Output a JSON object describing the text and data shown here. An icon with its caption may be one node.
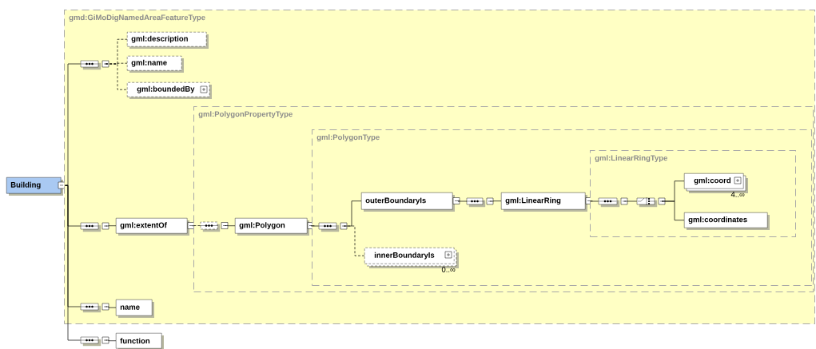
{
  "diagram": {
    "nodes": [
      {
        "text": [
          "Building"
        ]
      },
      {
        "text": [
          "gmd:GiMoDigNamedAreaFeatureType"
        ]
      },
      {
        "text": [],
        "shape": "octagon",
        "in": 1
      },
      {
        "text": [
          "gml:description"
        ],
        "in": 1
      },
      {
        "text": [
          "gml:name"
        ],
        "in": 1
      },
      {
        "text": [
          "gml:boundedBy"
        ],
        "in": 1
      },
      {
        "text": [],
        "shape": "octagon",
        "in": 1
      },
      {
        "text": [
          "gml:extentOf"
        ],
        "in": 1
      },
      {
        "text": [
          "gml:PolygonPropertyType"
        ],
        "in": 1
      },
      {
        "text": [],
        "shape": "octagon",
        "in": 8
      },
      {
        "text": [
          "gml:Polygon"
        ],
        "in": 8
      },
      {
        "text": [
          "gml:PolygonType"
        ],
        "in": 8
      },
      {
        "text": [],
        "shape": "octagon",
        "in": 11
      },
      {
        "text": [
          "outerBoundaryIs"
        ],
        "in": 11
      },
      {
        "text": [
          "innerBoundaryIs"
        ],
        "beside": [
          "0..∞"
        ],
        "in": 11
      },
      {
        "text": [],
        "shape": "octagon",
        "in": 11
      },
      {
        "text": [
          "gml:LinearRing"
        ],
        "in": 11
      },
      {
        "text": [
          "gml:LinearRingType"
        ],
        "in": 11
      },
      {
        "text": [],
        "shape": "octagon",
        "in": 17
      },
      {
        "text": [],
        "shape": "octagon",
        "in": 17
      },
      {
        "text": [
          "gml:coord"
        ],
        "beside": [
          "4..∞"
        ],
        "in": 17
      },
      {
        "text": [
          "gml:coordinates"
        ],
        "in": 17
      },
      {
        "text": [],
        "shape": "octagon",
        "in": 1
      },
      {
        "text": [
          "name"
        ],
        "in": 1
      },
      {
        "text": [],
        "shape": "octagon"
      },
      {
        "text": [
          "function"
        ]
      }
    ],
    "edges": [
      {
        "from": 0,
        "to": 2,
        "arrow": "none"
      },
      {
        "from": 0,
        "to": 6,
        "arrow": "none"
      },
      {
        "from": 0,
        "to": 22,
        "arrow": "none"
      },
      {
        "from": 0,
        "to": 24,
        "arrow": "none"
      },
      {
        "from": 2,
        "to": 3,
        "arrow": "none",
        "style": "dashed"
      },
      {
        "from": 2,
        "to": 4,
        "arrow": "none",
        "style": "dashed"
      },
      {
        "from": 2,
        "to": 5,
        "arrow": "none",
        "style": "dashed"
      },
      {
        "from": 6,
        "to": 7,
        "arrow": "none"
      },
      {
        "from": 7,
        "to": 9,
        "arrow": "none",
        "style": "dashed"
      },
      {
        "from": 9,
        "to": 10,
        "arrow": "none"
      },
      {
        "from": 10,
        "to": 12,
        "arrow": "none"
      },
      {
        "from": 12,
        "to": 13,
        "arrow": "none"
      },
      {
        "from": 12,
        "to": 14,
        "arrow": "none",
        "style": "dashed"
      },
      {
        "from": 13,
        "to": 15,
        "arrow": "none"
      },
      {
        "from": 15,
        "to": 16,
        "arrow": "none"
      },
      {
        "from": 16,
        "to": 18,
        "arrow": "none"
      },
      {
        "from": 18,
        "to": 19,
        "arrow": "none"
      },
      {
        "from": 19,
        "to": 20,
        "arrow": "none"
      },
      {
        "from": 19,
        "to": 21,
        "arrow": "none"
      },
      {
        "from": 22,
        "to": 23,
        "arrow": "none"
      },
      {
        "from": 24,
        "to": 25,
        "arrow": "none"
      }
    ]
  }
}
